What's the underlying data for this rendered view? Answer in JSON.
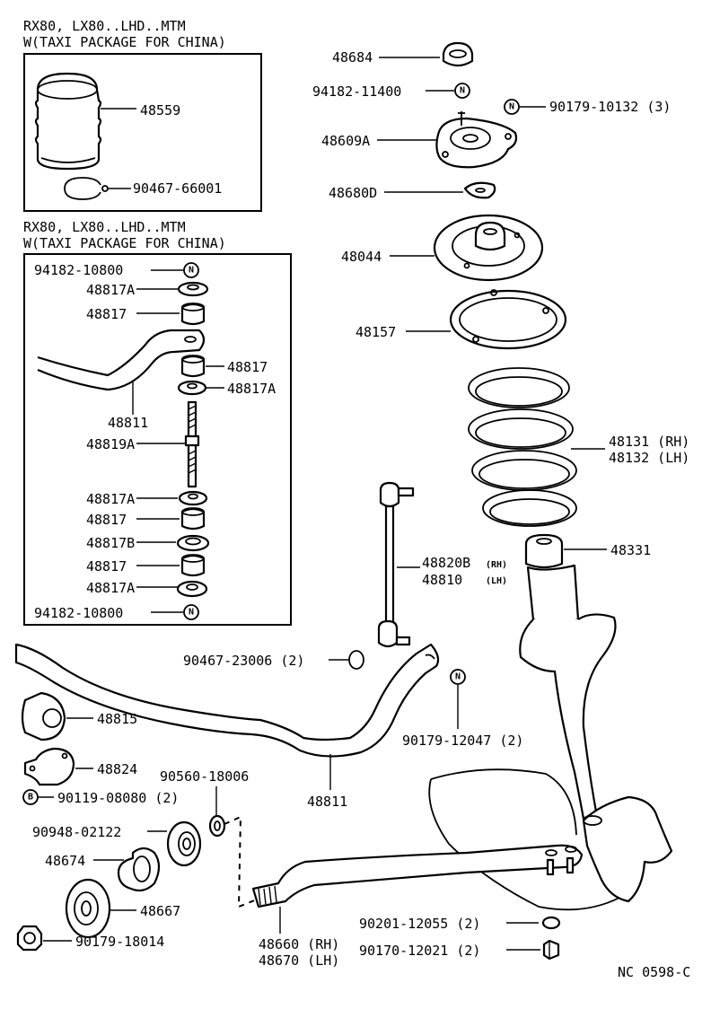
{
  "header": {
    "top_line1": "RX80, LX80..LHD..MTM",
    "top_line2": "W(TAXI PACKAGE FOR CHINA)",
    "mid_line1": "RX80, LX80..LHD..MTM",
    "mid_line2": "W(TAXI PACKAGE FOR CHINA)"
  },
  "badges": {
    "nut": "N",
    "bolt": "B"
  },
  "labels": {
    "p48684": "48684",
    "p94182_11400": "94182-11400",
    "p90179_10132": "90179-10132 (3)",
    "p48609A": "48609A",
    "p48680D": "48680D",
    "p48044": "48044",
    "p48157": "48157",
    "p48131": "48131 (RH)",
    "p48132": "48132 (LH)",
    "p48331": "48331",
    "p48820B": "48820B",
    "p48820B_side": "(RH)",
    "p48810": "48810",
    "p48810_side": "(LH)",
    "p90179_12047": "90179-12047 (2)",
    "p90467_23006": "90467-23006 (2)",
    "p48559": "48559",
    "p90467_66001": "90467-66001",
    "p94182_10800_top": "94182-10800",
    "p48817A_1": "48817A",
    "p48817_1": "48817",
    "p48817_r": "48817",
    "p48817A_r": "48817A",
    "p48811_box": "48811",
    "p48819A": "48819A",
    "p48817A_2": "48817A",
    "p48817_2": "48817",
    "p48817B": "48817B",
    "p48817_3": "48817",
    "p48817A_3": "48817A",
    "p94182_10800_bot": "94182-10800",
    "p48815": "48815",
    "p48824": "48824",
    "p90119_08080": "90119-08080 (2)",
    "p90560_18006": "90560-18006",
    "p48811": "48811",
    "p90948_02122": "90948-02122",
    "p48674": "48674",
    "p48667": "48667",
    "p90179_18014": "90179-18014",
    "p48660": "48660 (RH)",
    "p48670": "48670 (LH)",
    "p90201_12055": "90201-12055 (2)",
    "p90170_12021": "90170-12021 (2)"
  },
  "footer": {
    "code": "NC 0598-C"
  }
}
